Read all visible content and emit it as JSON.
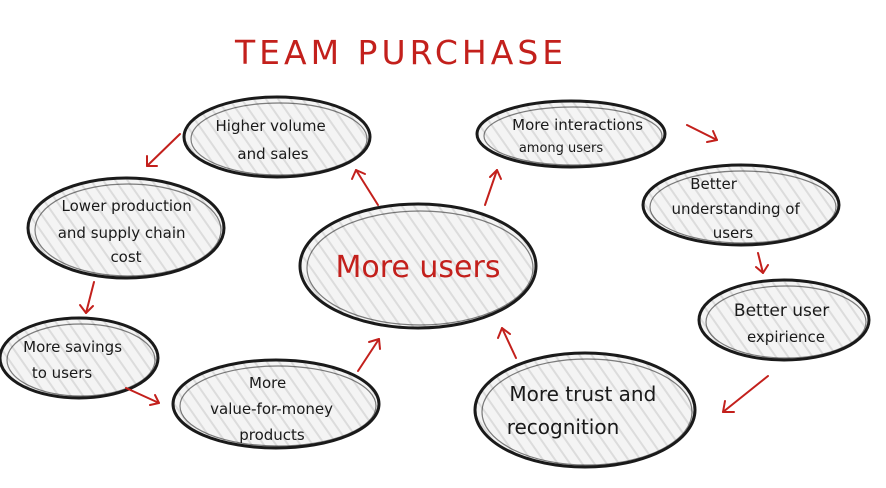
{
  "title": "TEAM PURCHASE",
  "center": {
    "label": "More users"
  },
  "nodes": [
    {
      "id": "higher-volume",
      "lines": [
        "Higher volume",
        "and sales"
      ]
    },
    {
      "id": "lower-cost",
      "lines": [
        "Lower production",
        "and supply chain",
        "cost"
      ]
    },
    {
      "id": "more-savings",
      "lines": [
        "More savings",
        "to users"
      ]
    },
    {
      "id": "value-for-money",
      "lines": [
        "More",
        "value-for-money",
        "products"
      ]
    },
    {
      "id": "more-interactions",
      "lines": [
        "More interactions",
        "among users"
      ]
    },
    {
      "id": "better-understanding",
      "lines": [
        "Better",
        "understanding of",
        "users"
      ]
    },
    {
      "id": "better-experience",
      "lines": [
        "Better user",
        "expirience"
      ]
    },
    {
      "id": "trust-recognition",
      "lines": [
        "More trust and",
        "recognition"
      ]
    }
  ],
  "colors": {
    "accent": "#c3201c",
    "ink": "#1a1a1a",
    "fill": "#efefef"
  }
}
